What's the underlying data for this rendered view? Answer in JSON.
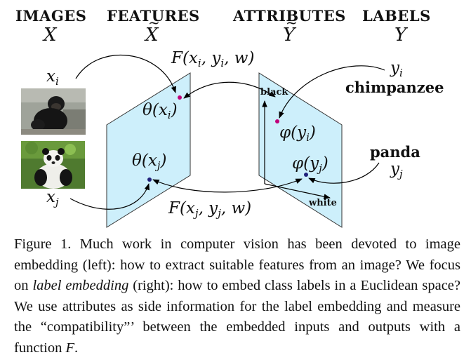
{
  "headings": {
    "images": "IMAGES",
    "features": "FEATURES",
    "attributes": "ATTRIBUTES",
    "labels": "LABELS"
  },
  "sets": {
    "images": "X",
    "features": "X",
    "attributes": "Y",
    "labels": "Y"
  },
  "math": {
    "F_top_pre": "F(x",
    "F_top_sub1": "i",
    "F_top_mid": ", y",
    "F_top_sub2": "i",
    "F_top_post": ", w)",
    "F_bot_pre": "F(x",
    "F_bot_sub1": "j",
    "F_bot_mid": ", y",
    "F_bot_sub2": "j",
    "F_bot_post": ", w)",
    "xi": "x",
    "xi_sub": "i",
    "xj": "x",
    "xj_sub": "j",
    "yi": "y",
    "yi_sub": "i",
    "yj": "y",
    "yj_sub": "j",
    "theta_i_pre": "θ(x",
    "theta_i_sub": "i",
    "theta_j_pre": "θ(x",
    "theta_j_sub": "j",
    "phi_i_pre": "φ(y",
    "phi_i_sub": "i",
    "phi_j_pre": "φ(y",
    "phi_j_sub": "j",
    "close": ")"
  },
  "labels": {
    "chimpanzee": "chimpanzee",
    "panda": "panda",
    "black": "black",
    "white": "white"
  },
  "caption": {
    "part1": "Figure 1. Much work in computer vision has been devoted to image embedding (left): how to extract suitable features from an image? We focus on ",
    "emph": "label embedding",
    "part2": " (right): how to embed class labels in a Euclidean space? We use attributes as side information for the label embedding and measure the “compatibility”’ between the embedded inputs and outputs with a function ",
    "F": "F",
    "end": "."
  },
  "colors": {
    "plane_fill": "#cdeffb",
    "point_magenta": "#c0007a",
    "point_navy": "#20207a"
  }
}
